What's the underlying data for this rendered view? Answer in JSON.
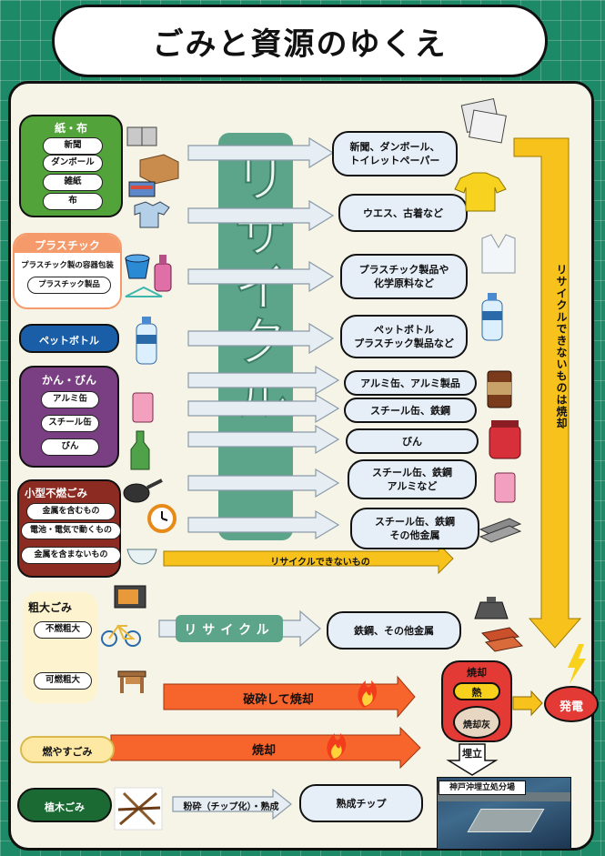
{
  "title": "ごみと資源のゆくえ",
  "recycle_vertical": "リサイクル",
  "recycle_small": "リサイクル",
  "categories": {
    "paper": {
      "title": "紙・布",
      "items": [
        "新聞",
        "ダンボール",
        "雑紙",
        "布"
      ],
      "color": "#53a33b"
    },
    "plastic": {
      "title": "プラスチック",
      "items": [
        "プラスチック製の容器包装",
        "プラスチック製品"
      ],
      "color": "#f59b6b"
    },
    "pet": {
      "title": "ペットボトル",
      "color": "#1b5ea8"
    },
    "can": {
      "title": "かん・びん",
      "items": [
        "アルミ缶",
        "スチール缶",
        "びん"
      ],
      "color": "#7a3f82"
    },
    "small": {
      "title": "小型不燃ごみ",
      "items": [
        "金属を含むもの",
        "電池・電気で動くもの",
        "金属を含まないもの"
      ],
      "color": "#8c2b21"
    },
    "bulky": {
      "title": "粗大ごみ",
      "items": [
        "不燃粗大",
        "可燃粗大"
      ],
      "color": "#fdf3cf"
    },
    "burnable": {
      "title": "燃やすごみ",
      "color": "#fde9a4"
    },
    "tree": {
      "title": "植木ごみ",
      "color": "#1b6a34"
    }
  },
  "destinations": [
    "新聞、ダンボール、\nトイレットペーパー",
    "ウエス、古着など",
    "プラスチック製品や\n化学原料など",
    "ペットボトル\nプラスチック製品など",
    "アルミ缶、アルミ製品",
    "スチール缶、鉄鋼",
    "びん",
    "スチール缶、鉄鋼\nアルミなど",
    "スチール缶、鉄鋼\nその他金属",
    "鉄鋼、その他金属",
    "熟成チップ"
  ],
  "labels": {
    "not_recyclable": "リサイクルできないもの",
    "not_recyclable_burn": "リサイクルできないものは焼却",
    "crush_burn": "破砕して焼却",
    "burn": "焼却",
    "chip": "粉砕（チップ化）・熟成",
    "incineration": "焼却",
    "heat": "熱",
    "ash": "焼却灰",
    "landfill": "埋立",
    "power": "発電",
    "site": "神戸沖埋立処分場"
  },
  "colors": {
    "arrow_gray": "#e6edf3",
    "arrow_orange": "#f7642c",
    "arrow_yellow": "#f8c21d",
    "power_red": "#e43a36"
  }
}
